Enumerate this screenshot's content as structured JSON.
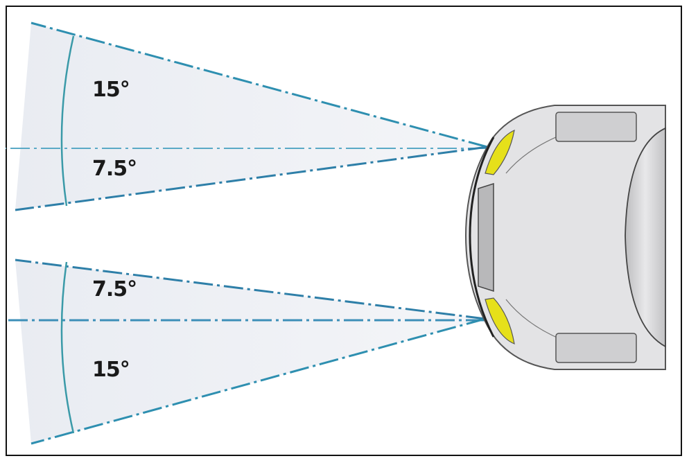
{
  "diagram": {
    "upper_beam": {
      "outer_angle_label": "15°",
      "inner_angle_label": "7.5°"
    },
    "lower_beam": {
      "inner_angle_label": "7.5°",
      "outer_angle_label": "15°"
    },
    "colors": {
      "beam_line": "#2e8fb0",
      "beam_fill": "#eceff4",
      "headlight": "#e6e01a",
      "car_body": "#e2e2e4",
      "frame": "#111111"
    }
  }
}
